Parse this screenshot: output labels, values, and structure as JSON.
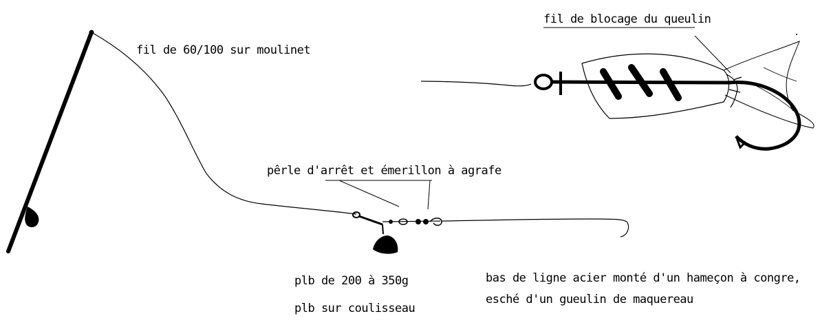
{
  "labels": {
    "line_on_reel": "fil de 60/100 sur moulinet",
    "bait_lock_thread": "fil de blocage du queulin",
    "bead_swivel": "pêrle d'arrêt et émerillon à agrafe",
    "sinker_weight": "plb de 200 à 350g",
    "sinker_slider": "plb sur coulisseau",
    "leader_line1": "bas de ligne acier monté d'un hameçon à congre,",
    "leader_line2": "esché d'un gueulin de maquereau"
  }
}
